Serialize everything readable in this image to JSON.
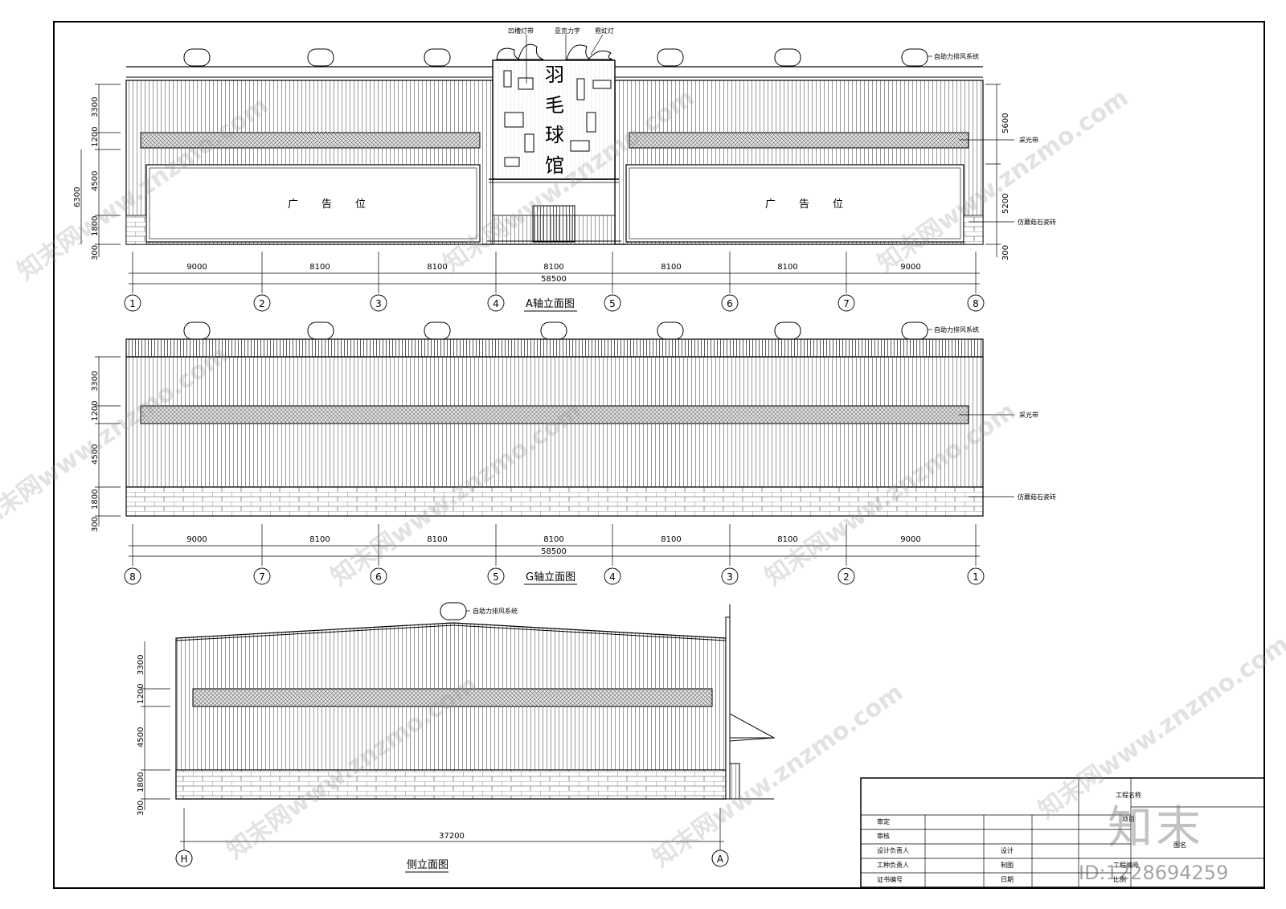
{
  "titles": {
    "a_axis": "A轴立面图",
    "g_axis": "G轴立面图",
    "side": "侧立面图"
  },
  "sign": [
    "羽",
    "毛",
    "球",
    "馆"
  ],
  "ad_label": [
    "广",
    "告",
    "位"
  ],
  "callouts": {
    "groove_light": "凹槽灯带",
    "acrylic_text": "亚克力字",
    "neon_light": "霓虹灯",
    "ventilation": "自助力排风系统",
    "skylight": "采光带",
    "brick": "仿蘑菇石瓷砖"
  },
  "dims": {
    "spans_a": [
      "9000",
      "8100",
      "8100",
      "8100",
      "8100",
      "8100",
      "9000"
    ],
    "spans_g": [
      "9000",
      "8100",
      "8100",
      "8100",
      "8100",
      "8100",
      "9000"
    ],
    "total_length": "58500",
    "side_length": "37200",
    "heights": [
      "3300",
      "1200",
      "4500",
      "1800",
      "300"
    ],
    "a_left_extra": "6300",
    "a_right": [
      "5600",
      "5200",
      "300"
    ]
  },
  "axes_a": [
    "1",
    "2",
    "3",
    "4",
    "5",
    "6",
    "7",
    "8"
  ],
  "axes_g": [
    "8",
    "7",
    "6",
    "5",
    "4",
    "3",
    "2",
    "1"
  ],
  "axes_side": [
    "H",
    "A"
  ],
  "title_block": {
    "project_name_label": "工程名称",
    "item_label": "项目",
    "drawing_label": "图名",
    "rows_left": [
      "审定",
      "审核",
      "设计负责人",
      "工种负责人",
      "证书编号"
    ],
    "rows_mid": [
      "设计",
      "制图",
      "日期"
    ],
    "rows_right": [
      "工程编号",
      "比例"
    ]
  },
  "watermark": {
    "text": "知末网www.znzmo.com",
    "logo": "知末",
    "id": "ID:1228694259"
  }
}
